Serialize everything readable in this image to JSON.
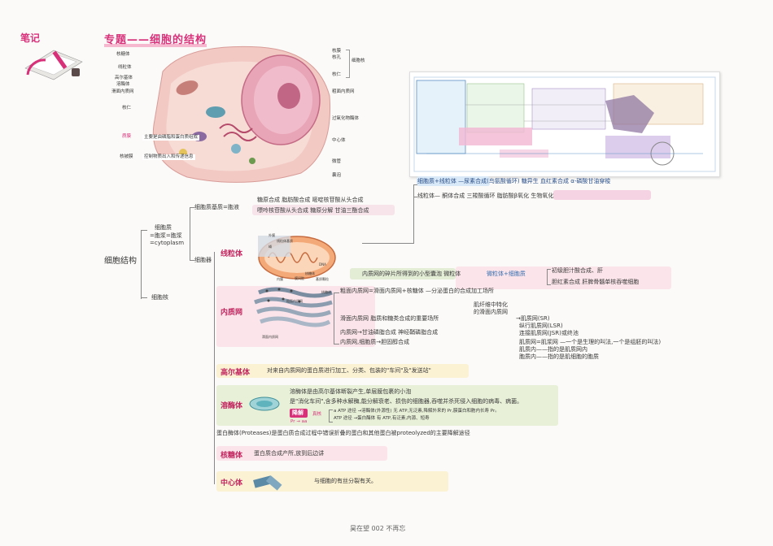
{
  "header": {
    "note": "笔记",
    "title": "专题——细胞的结构"
  },
  "cell_labels_left": [
    "核糖体",
    "线粒体",
    "高尔基体",
    "溶酶体",
    "滑面内质网",
    "核仁",
    "质膜",
    "核被膜"
  ],
  "cell_labels_left_notes": [
    "主要是由磷脂和蛋白质组成",
    "控制物质出入和传递信息"
  ],
  "cell_labels_right": [
    "核膜",
    "核孔",
    "核仁",
    "粗面内质网",
    "过氧化物酶体",
    "中心体",
    "微管",
    "囊泡"
  ],
  "cell_labels_right_group": "细胞核",
  "metab_lines": [
    "细胞质+线粒体 —尿素合成(鸟氨酸循环)  糖异生  血红素合成  α-磷酸甘油穿梭",
    "线粒体— 酮体合成  三羧酸循环  脂肪酸β氧化  生物氧化"
  ],
  "tree": {
    "root": "细胞结构",
    "cytoplasm": [
      "细胞质",
      "=胞浆=胞浆",
      "=cytoplasm"
    ],
    "nucleus": "细胞核",
    "matrix": "细胞质基质=胞液",
    "matrix_lines": [
      "糖原合成   脂肪酸合成  嘧啶核苷酸从头合成",
      "嘌呤核苷酸从头合成   糖原分解  甘油三酯合成"
    ],
    "organelle": "细胞器"
  },
  "mito": {
    "name": "线粒体",
    "img_labels": [
      "外膜",
      "线粒体基质",
      "嵴",
      "内膜",
      "膜间腔",
      "核糖体",
      "DNA",
      "基质颗粒"
    ]
  },
  "peroxisome": {
    "line": "内质网的碎片所得到的小型囊泡  微粒体",
    "arrow": "微粒体+细胞质",
    "right1": "初级胆汁酸合成、肝",
    "right2": "胆红素合成  肝脾骨髓单核吞噬细胞"
  },
  "er": {
    "name": "内质网",
    "rough": "粗面内质网=滑面内质网+核糖体 —分泌蛋白的合成加工场所",
    "smooth": "滑面内质网  脂质和糖类合成的重要场所",
    "muscle_title": [
      "肌纤维中特化",
      "的滑面内质网"
    ],
    "glycerol": "内质网→甘油磷脂合成   神经鞘磷脂合成",
    "bile": "内质网,细胞质→胆固醇合成",
    "sr": [
      "→肌质网(SR)",
      "纵行肌质网(LSR)",
      "连接肌质网(JSR)或终池"
    ],
    "notes": [
      "肌质网=肌浆网 —一个是生理的叫法,一个是组胚的叫法)",
      "肌质内——指的是肌质网内",
      "胞质内——指的是肌细胞的胞质"
    ],
    "img_labels": [
      "粗面内质网",
      "核糖体",
      "滑面内质网"
    ]
  },
  "golgi": {
    "name": "高尔基体",
    "desc": "对来自内质网的蛋白质进行加工、分类、包装的\"车间\"及\"发送站\""
  },
  "lysosome": {
    "name": "溶酶体",
    "desc1": "溶酶体是由高尔基体断裂产生,单层膜包裹的小泡",
    "desc2": "是\"消化车间\",含多种水解酶,能分解衰老、损伤的细胞器,吞噬并杀死侵入细胞的病毒、病菌。",
    "box": "降解",
    "box_sub": "Pr → aa",
    "arrow": "真核",
    "detail1": "a ATP 途径 →溶酶体(外源性)   无 ATP,无泛素,降解外来的 Pr,膜蛋白和胞内长寿 Pr。",
    "detail2": "ATP 途径 →蛋白酶体                  有 ATP,有泛素,内源、短寿"
  },
  "proteasome": "蛋白酶体(Proteases)是蛋白质合成过程中错误折叠的蛋白和其他蛋白被proteolyzed的主要降解途径",
  "ribosome": {
    "name": "核糖体",
    "desc": "蛋白质合成产所,放到后边讲"
  },
  "centrosome": {
    "name": "中心体",
    "desc": "与细胞的有丝分裂有关。"
  },
  "footer": "昊在望 002 不再忘",
  "colors": {
    "accent": "#d8317a",
    "band_pink": "#fbe3ea",
    "band_green": "#e8f0d8",
    "band_yellow": "#fbf1d3"
  }
}
